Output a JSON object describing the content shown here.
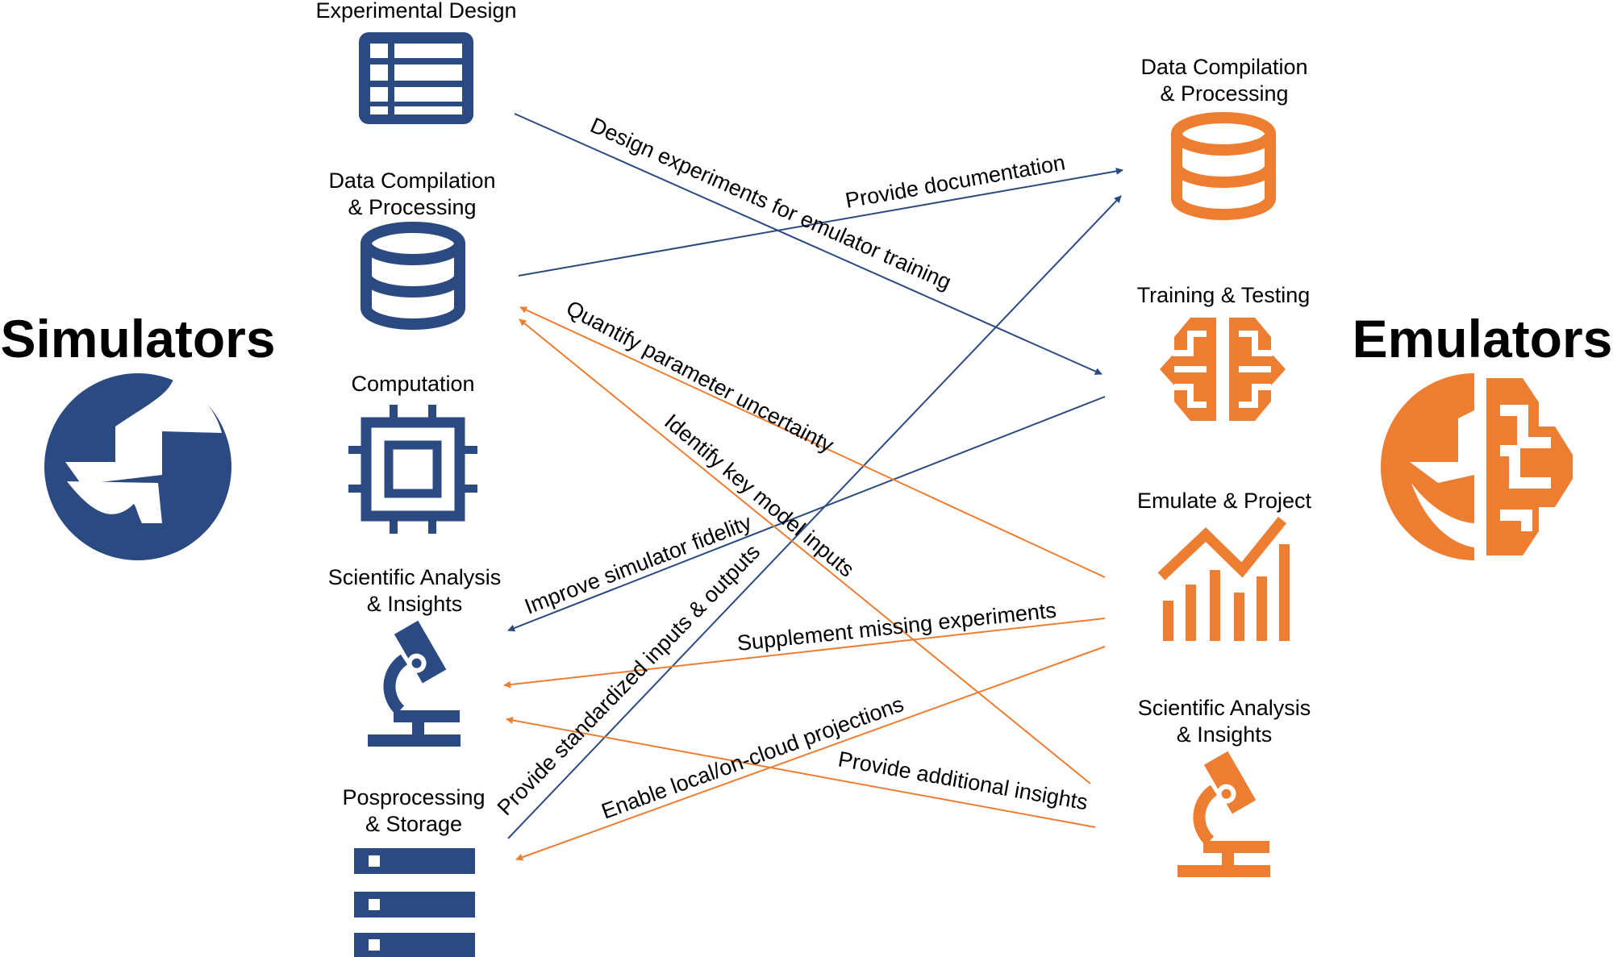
{
  "colors": {
    "simulator": "#2C4A82",
    "emulator": "#ED7D31",
    "text": "#000000"
  },
  "simulators": {
    "title": "Simulators",
    "icon": "globe-icon",
    "nodes": [
      {
        "line1": "Experimental Design",
        "line2": "",
        "icon": "table-icon"
      },
      {
        "line1": "Data Compilation",
        "line2": "& Processing",
        "icon": "database-icon"
      },
      {
        "line1": "Computation",
        "line2": "",
        "icon": "cpu-chip-icon"
      },
      {
        "line1": "Scientific Analysis",
        "line2": "& Insights",
        "icon": "microscope-icon"
      },
      {
        "line1": "Posprocessing",
        "line2": "& Storage",
        "icon": "server-icon"
      }
    ]
  },
  "emulators": {
    "title": "Emulators",
    "icon": "globe-brain-icon",
    "nodes": [
      {
        "line1": "Data Compilation",
        "line2": "& Processing",
        "icon": "database-icon"
      },
      {
        "line1": "Training & Testing",
        "line2": "",
        "icon": "brain-icon"
      },
      {
        "line1": "Emulate & Project",
        "line2": "",
        "icon": "trend-chart-icon"
      },
      {
        "line1": "Scientific Analysis",
        "line2": "& Insights",
        "icon": "microscope-icon"
      }
    ]
  },
  "edges": [
    {
      "label": "Design experiments for emulator training",
      "color": "simulator"
    },
    {
      "label": "Provide documentation",
      "color": "simulator"
    },
    {
      "label": "Improve simulator fidelity",
      "color": "simulator"
    },
    {
      "label": "Provide standardized inputs & outputs",
      "color": "simulator"
    },
    {
      "label": "Quantify parameter uncertainty",
      "color": "emulator"
    },
    {
      "label": "Identify key model inputs",
      "color": "emulator"
    },
    {
      "label": "Supplement missing experiments",
      "color": "emulator"
    },
    {
      "label": "Provide additional insights",
      "color": "emulator"
    },
    {
      "label": "Enable local/on-cloud projections",
      "color": "emulator"
    }
  ]
}
